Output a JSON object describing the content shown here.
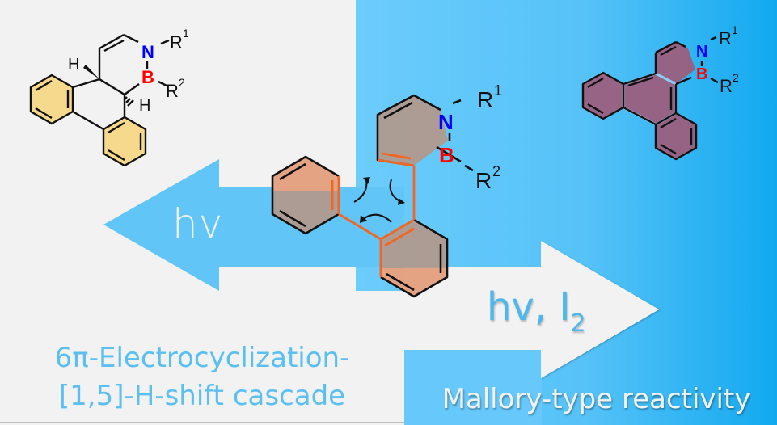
{
  "colors": {
    "background_gray": "#f2f2f2",
    "background_blue_light": "#66c8fb",
    "background_blue_dark": "#15abf0",
    "arrow_blue": "#62c5f7",
    "arrow_light": "#f2f2f2",
    "text_blue": "#5bbff2",
    "nitrogen": "#0000ff",
    "boron": "#ff0000",
    "reactant_highlight": "#e9a37f",
    "left_product_highlight": "#f7d57a",
    "right_product_highlight": "#a05a78",
    "bond_highlight": "#f26522"
  },
  "arrows": {
    "left": {
      "direction": "left",
      "label": "hv"
    },
    "right": {
      "direction": "right",
      "label_main": "hv, I",
      "label_sub": "2"
    }
  },
  "captions": {
    "left_line1": "6π-Electrocyclization-",
    "left_line2": "[1,5]-H-shift cascade",
    "right": "Mallory-type reactivity"
  },
  "molecules": {
    "left_product": {
      "atoms": {
        "N": "N",
        "B": "B",
        "R1": "R",
        "R1_sup": "1",
        "R2": "R",
        "R2_sup": "2",
        "H_top": "H",
        "H_bottom": "H"
      }
    },
    "center_reactant": {
      "atoms": {
        "N": "N",
        "B": "B",
        "R1": "R",
        "R1_sup": "1",
        "R2": "R",
        "R2_sup": "2"
      }
    },
    "right_product": {
      "atoms": {
        "N": "N",
        "B": "B",
        "R1": "R",
        "R1_sup": "1",
        "R2": "R",
        "R2_sup": "2"
      }
    }
  }
}
